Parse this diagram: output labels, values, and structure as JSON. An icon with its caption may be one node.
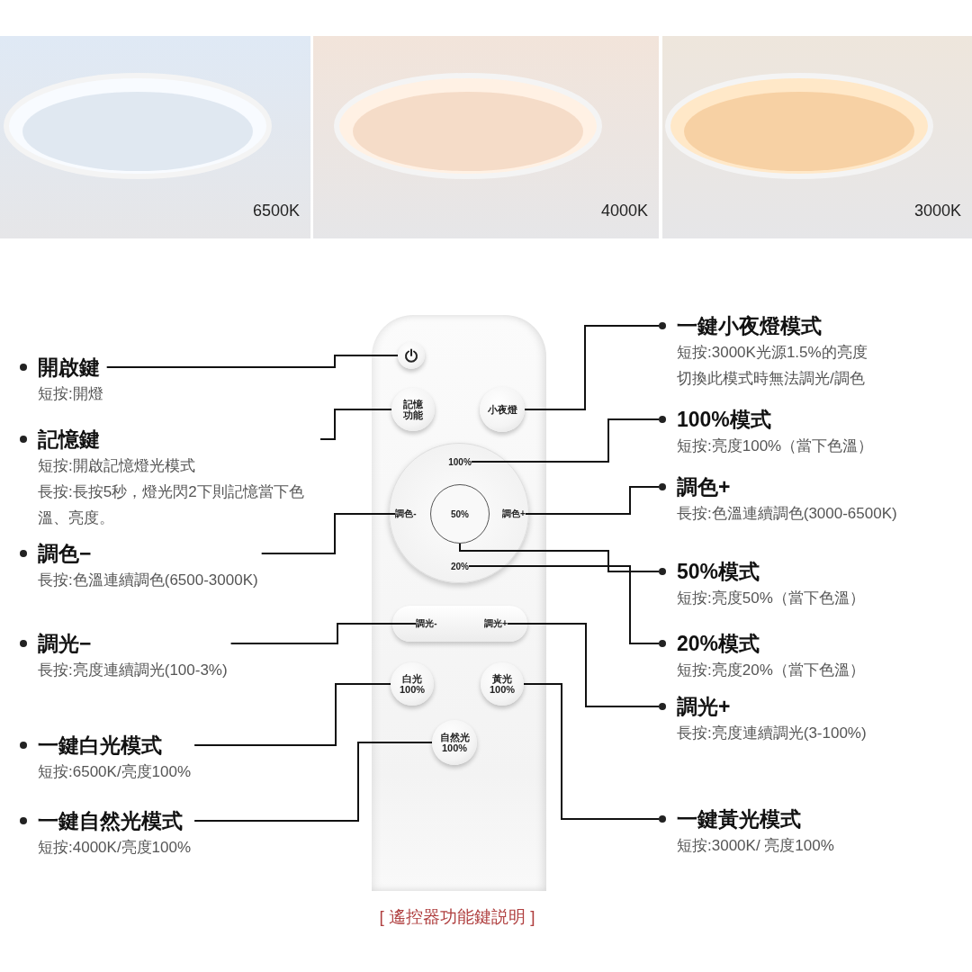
{
  "diagram": {
    "caption": "[ 遙控器功能鍵説明 ]",
    "nodes": [
      {
        "text": [
          "6500K"
        ]
      },
      {
        "text": [
          "4000K"
        ]
      },
      {
        "text": [
          "3000K"
        ]
      },
      {
        "text": [],
        "shape": "box"
      },
      {
        "text": [],
        "shape": "circle",
        "in": 3
      },
      {
        "text": [
          "記憶功能"
        ],
        "in": 3
      },
      {
        "text": [
          "小夜燈"
        ],
        "in": 3
      },
      {
        "text": [],
        "shape": "circle",
        "in": 3
      },
      {
        "text": [
          "100%"
        ],
        "in": 7
      },
      {
        "text": [
          "調色-"
        ],
        "in": 7
      },
      {
        "text": [
          "調色+"
        ],
        "in": 7
      },
      {
        "text": [
          "50%"
        ],
        "in": 7
      },
      {
        "text": [
          "20%"
        ],
        "in": 7
      },
      {
        "text": [],
        "shape": "bar",
        "in": 3
      },
      {
        "text": [
          "調光-"
        ],
        "in": 13
      },
      {
        "text": [
          "調光+"
        ],
        "in": 13
      },
      {
        "text": [
          "白光",
          "100%"
        ],
        "in": 3
      },
      {
        "text": [
          "黃光",
          "100%"
        ],
        "in": 3
      },
      {
        "text": [
          "自然光",
          "100%"
        ],
        "in": 3
      },
      {
        "text": [
          "開啟鍵",
          "短按:開燈"
        ]
      },
      {
        "text": [
          "記憶鍵",
          "短按:開啟記憶燈光模式",
          "長按:長按5秒，燈光閃2下則記憶當下色溫、亮度。"
        ]
      },
      {
        "text": [
          "調色−",
          "長按:色溫連續調色(6500-3000K)"
        ]
      },
      {
        "text": [
          "調光−",
          "長按:亮度連續調光(100-3%)"
        ]
      },
      {
        "text": [
          "一鍵白光模式",
          "短按:6500K/亮度100%"
        ]
      },
      {
        "text": [
          "一鍵自然光模式",
          "短按:4000K/亮度100%"
        ]
      },
      {
        "text": [
          "一鍵小夜燈模式",
          "短按:3000K光源1.5%的亮度",
          "切換此模式時無法調光/調色"
        ]
      },
      {
        "text": [
          "100%模式",
          "短按:亮度100%（當下色溫）"
        ]
      },
      {
        "text": [
          "調色+",
          "長按:色溫連續調色(3000-6500K)"
        ]
      },
      {
        "text": [
          "50%模式",
          "短按:亮度50%（當下色溫）"
        ]
      },
      {
        "text": [
          "20%模式",
          "短按:亮度20%（當下色溫）"
        ]
      },
      {
        "text": [
          "調光+",
          "長按:亮度連續調光(3-100%)"
        ]
      },
      {
        "text": [
          "一鍵黃光模式",
          "短按:3000K/ 亮度100%"
        ]
      }
    ],
    "edges": [
      {
        "from": 19,
        "to": 4,
        "arrow": "none"
      },
      {
        "from": 20,
        "to": 5,
        "arrow": "none"
      },
      {
        "from": 21,
        "to": 9,
        "arrow": "none"
      },
      {
        "from": 22,
        "to": 14,
        "arrow": "none"
      },
      {
        "from": 23,
        "to": 16,
        "arrow": "none"
      },
      {
        "from": 24,
        "to": 18,
        "arrow": "none"
      },
      {
        "from": 25,
        "to": 6,
        "arrow": "none"
      },
      {
        "from": 26,
        "to": 8,
        "arrow": "none"
      },
      {
        "from": 27,
        "to": 10,
        "arrow": "none"
      },
      {
        "from": 28,
        "to": 11,
        "arrow": "none"
      },
      {
        "from": 29,
        "to": 12,
        "arrow": "none"
      },
      {
        "from": 30,
        "to": 15,
        "arrow": "none"
      },
      {
        "from": 31,
        "to": 17,
        "arrow": "none"
      }
    ]
  }
}
